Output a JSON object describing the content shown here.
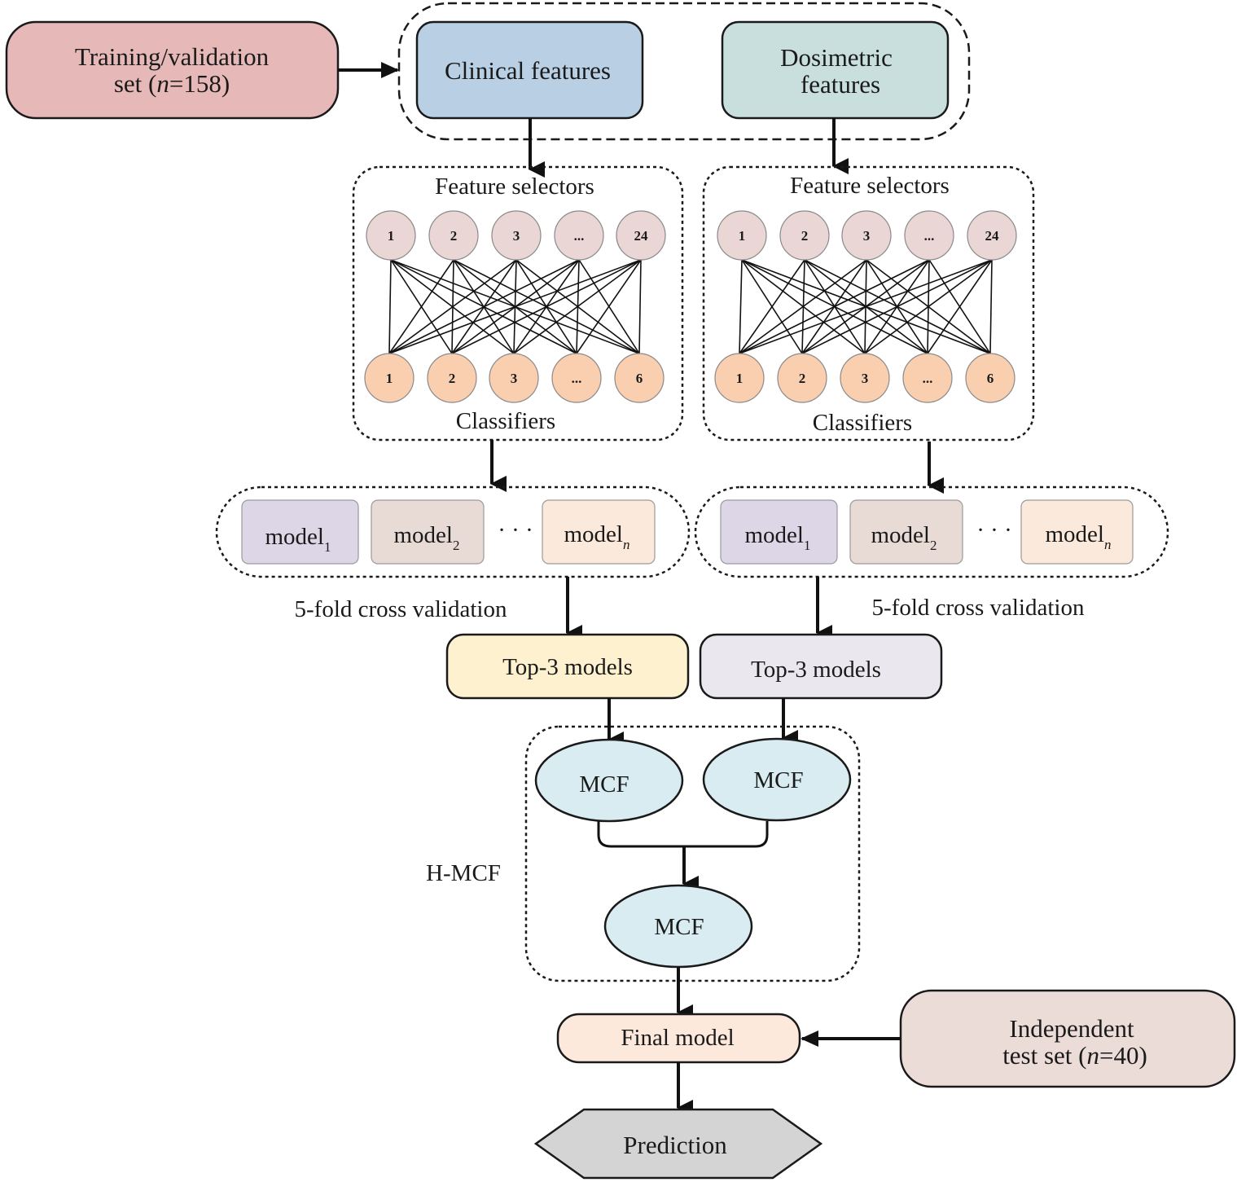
{
  "inputs": {
    "training_line1": "Training/validation",
    "training_line2_pre": "set (",
    "training_line2_n": "n",
    "training_line2_post": "=158)",
    "clinical": "Clinical features",
    "dosimetric_line1": "Dosimetric",
    "dosimetric_line2": "features"
  },
  "left_branch": {
    "selectors_title": "Feature selectors",
    "classifiers_title": "Classifiers",
    "selector_nodes": [
      "1",
      "2",
      "3",
      "...",
      "24"
    ],
    "classifier_nodes": [
      "1",
      "2",
      "3",
      "...",
      "6"
    ],
    "models": [
      {
        "base": "model",
        "sub": "1"
      },
      {
        "base": "model",
        "sub": "2"
      },
      {
        "base": "model",
        "sub": "n"
      }
    ],
    "ellipsis": "· · ·",
    "cv_label": "5-fold cross validation",
    "top_models": "Top-3 models"
  },
  "right_branch": {
    "selectors_title": "Feature selectors",
    "classifiers_title": "Classifiers",
    "selector_nodes": [
      "1",
      "2",
      "3",
      "...",
      "24"
    ],
    "classifier_nodes": [
      "1",
      "2",
      "3",
      "...",
      "6"
    ],
    "models": [
      {
        "base": "model",
        "sub": "1"
      },
      {
        "base": "model",
        "sub": "2"
      },
      {
        "base": "model",
        "sub": "n"
      }
    ],
    "ellipsis": "· · ·",
    "cv_label": "5-fold cross validation",
    "top_models": "Top-3 models"
  },
  "fusion": {
    "label": "H-MCF",
    "mcf_left": "MCF",
    "mcf_right": "MCF",
    "mcf_bottom": "MCF"
  },
  "final": {
    "final_model": "Final model",
    "test_line1": "Independent",
    "test_line2_pre": "test set (",
    "test_line2_n": "n",
    "test_line2_post": "=40)",
    "prediction": "Prediction"
  },
  "colors": {
    "training": "#e6b9b8",
    "clinical": "#b8cfe4",
    "dosimetric": "#c9dfdd",
    "selector_node": "#ebd6d6",
    "classifier_node": "#f9cfb0",
    "model1": "#dcd6e6",
    "model2": "#e8dbd6",
    "modeln": "#fbe9dc",
    "top_left": "#fdf1cf",
    "top_right": "#ebe7ef",
    "mcf": "#d9ecf2",
    "final_model": "#fde9dc",
    "test_set": "#ecdcd8",
    "prediction": "#d4d4d4"
  }
}
